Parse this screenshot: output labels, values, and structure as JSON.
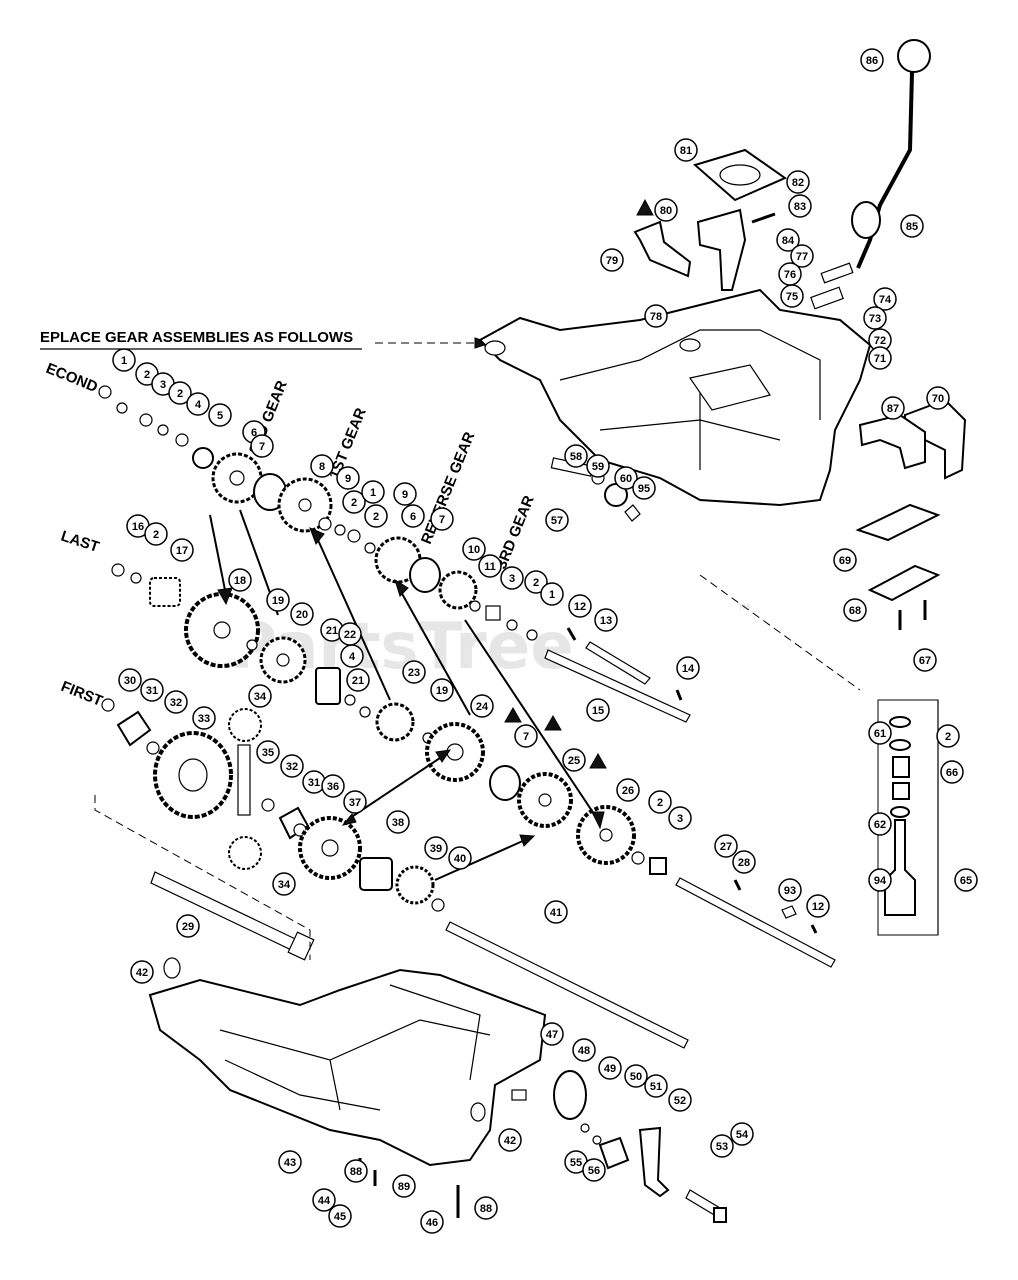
{
  "diagram": {
    "header_text": "EPLACE GEAR ASSEMBLIES AS FOLLOWS",
    "row_labels": {
      "second": "ECOND",
      "last": "LAST",
      "first": "FIRST"
    },
    "gear_labels": {
      "second_gear": "2ND GEAR",
      "first_gear": "1ST GEAR",
      "reverse_gear": "REVERSE GEAR",
      "third_gear": "3RD GEAR"
    },
    "watermark": "PartsTree",
    "watermark_tm": "TM",
    "callouts": [
      {
        "id": "c86",
        "text": "86"
      },
      {
        "id": "c81",
        "text": "81"
      },
      {
        "id": "c82",
        "text": "82"
      },
      {
        "id": "c80",
        "text": "80"
      },
      {
        "id": "c83",
        "text": "83"
      },
      {
        "id": "c84",
        "text": "84"
      },
      {
        "id": "c77",
        "text": "77"
      },
      {
        "id": "c85",
        "text": "85"
      },
      {
        "id": "c79",
        "text": "79"
      },
      {
        "id": "c76",
        "text": "76"
      },
      {
        "id": "c74",
        "text": "74"
      },
      {
        "id": "c75",
        "text": "75"
      },
      {
        "id": "c73",
        "text": "73"
      },
      {
        "id": "c78",
        "text": "78"
      },
      {
        "id": "c72",
        "text": "72"
      },
      {
        "id": "c71",
        "text": "71"
      },
      {
        "id": "c70",
        "text": "70"
      },
      {
        "id": "c87",
        "text": "87"
      },
      {
        "id": "c1a",
        "text": "1"
      },
      {
        "id": "c2a",
        "text": "2"
      },
      {
        "id": "c3a",
        "text": "3"
      },
      {
        "id": "c2b",
        "text": "2"
      },
      {
        "id": "c4a",
        "text": "4"
      },
      {
        "id": "c5",
        "text": "5"
      },
      {
        "id": "c6a",
        "text": "6"
      },
      {
        "id": "c7a",
        "text": "7"
      },
      {
        "id": "c8",
        "text": "8"
      },
      {
        "id": "c9a",
        "text": "9"
      },
      {
        "id": "c2c",
        "text": "2"
      },
      {
        "id": "c1b",
        "text": "1"
      },
      {
        "id": "c2d",
        "text": "2"
      },
      {
        "id": "c9b",
        "text": "9"
      },
      {
        "id": "c6b",
        "text": "6"
      },
      {
        "id": "c7b",
        "text": "7"
      },
      {
        "id": "c10",
        "text": "10"
      },
      {
        "id": "c11",
        "text": "11"
      },
      {
        "id": "c3b",
        "text": "3"
      },
      {
        "id": "c2e",
        "text": "2"
      },
      {
        "id": "c1c",
        "text": "1"
      },
      {
        "id": "c58",
        "text": "58"
      },
      {
        "id": "c59",
        "text": "59"
      },
      {
        "id": "c60",
        "text": "60"
      },
      {
        "id": "c95",
        "text": "95"
      },
      {
        "id": "c57",
        "text": "57"
      },
      {
        "id": "c69",
        "text": "69"
      },
      {
        "id": "c68",
        "text": "68"
      },
      {
        "id": "c67",
        "text": "67"
      },
      {
        "id": "c16",
        "text": "16"
      },
      {
        "id": "c2f",
        "text": "2"
      },
      {
        "id": "c17",
        "text": "17"
      },
      {
        "id": "c18",
        "text": "18"
      },
      {
        "id": "c19a",
        "text": "19"
      },
      {
        "id": "c20",
        "text": "20"
      },
      {
        "id": "c21a",
        "text": "21"
      },
      {
        "id": "c22",
        "text": "22"
      },
      {
        "id": "c4b",
        "text": "4"
      },
      {
        "id": "c21b",
        "text": "21"
      },
      {
        "id": "c23",
        "text": "23"
      },
      {
        "id": "c19b",
        "text": "19"
      },
      {
        "id": "c12a",
        "text": "12"
      },
      {
        "id": "c13",
        "text": "13"
      },
      {
        "id": "c14",
        "text": "14"
      },
      {
        "id": "c15",
        "text": "15"
      },
      {
        "id": "c30",
        "text": "30"
      },
      {
        "id": "c31a",
        "text": "31"
      },
      {
        "id": "c32a",
        "text": "32"
      },
      {
        "id": "c33",
        "text": "33"
      },
      {
        "id": "c34a",
        "text": "34"
      },
      {
        "id": "c24",
        "text": "24"
      },
      {
        "id": "c7c",
        "text": "7"
      },
      {
        "id": "c25",
        "text": "25"
      },
      {
        "id": "c26",
        "text": "26"
      },
      {
        "id": "c61",
        "text": "61"
      },
      {
        "id": "c2g",
        "text": "2"
      },
      {
        "id": "c66",
        "text": "66"
      },
      {
        "id": "c35",
        "text": "35"
      },
      {
        "id": "c32b",
        "text": "32"
      },
      {
        "id": "c31b",
        "text": "31"
      },
      {
        "id": "c36",
        "text": "36"
      },
      {
        "id": "c37",
        "text": "37"
      },
      {
        "id": "c38",
        "text": "38"
      },
      {
        "id": "c39",
        "text": "39"
      },
      {
        "id": "c40",
        "text": "40"
      },
      {
        "id": "c2h",
        "text": "2"
      },
      {
        "id": "c3c",
        "text": "3"
      },
      {
        "id": "c62",
        "text": "62"
      },
      {
        "id": "c27",
        "text": "27"
      },
      {
        "id": "c28",
        "text": "28"
      },
      {
        "id": "c93",
        "text": "93"
      },
      {
        "id": "c12b",
        "text": "12"
      },
      {
        "id": "c94",
        "text": "94"
      },
      {
        "id": "c65",
        "text": "65"
      },
      {
        "id": "c34b",
        "text": "34"
      },
      {
        "id": "c29",
        "text": "29"
      },
      {
        "id": "c41",
        "text": "41"
      },
      {
        "id": "c42a",
        "text": "42"
      },
      {
        "id": "c47",
        "text": "47"
      },
      {
        "id": "c48",
        "text": "48"
      },
      {
        "id": "c49",
        "text": "49"
      },
      {
        "id": "c50",
        "text": "50"
      },
      {
        "id": "c51",
        "text": "51"
      },
      {
        "id": "c52",
        "text": "52"
      },
      {
        "id": "c42b",
        "text": "42"
      },
      {
        "id": "c53",
        "text": "53"
      },
      {
        "id": "c54",
        "text": "54"
      },
      {
        "id": "c55",
        "text": "55"
      },
      {
        "id": "c56",
        "text": "56"
      },
      {
        "id": "c43",
        "text": "43"
      },
      {
        "id": "c88a",
        "text": "88"
      },
      {
        "id": "c89",
        "text": "89"
      },
      {
        "id": "c44",
        "text": "44"
      },
      {
        "id": "c45",
        "text": "45"
      },
      {
        "id": "c46",
        "text": "46"
      },
      {
        "id": "c88b",
        "text": "88"
      }
    ]
  }
}
